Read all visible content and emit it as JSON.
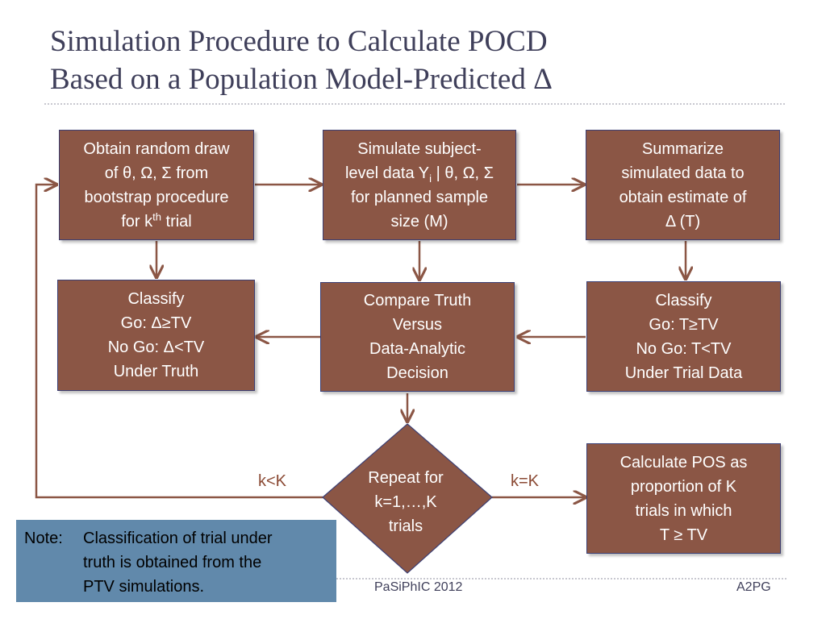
{
  "slide": {
    "title_line1": "Simulation Procedure to Calculate POCD",
    "title_line2": "Based on a Population Model-Predicted Δ"
  },
  "boxes": {
    "obtain": {
      "line1": "Obtain random draw",
      "line2": "of θ, Ω, Σ from",
      "line3": "bootstrap procedure",
      "line4_pre": "for k",
      "line4_sup": "th",
      "line4_post": " trial"
    },
    "simulate": {
      "line1": "Simulate subject-",
      "line2_pre": "level data Y",
      "line2_sub": "i",
      "line2_post": " | θ, Ω, Σ",
      "line3": "for planned sample",
      "line4": "size (M)"
    },
    "summarize": {
      "line1": "Summarize",
      "line2": "simulated data to",
      "line3": "obtain estimate of",
      "line4": "Δ (T)"
    },
    "classify_truth": {
      "line1": "Classify",
      "line2": "Go: Δ≥TV",
      "line3": "No Go: Δ<TV",
      "line4": "Under Truth"
    },
    "compare": {
      "line1": "Compare Truth",
      "line2": "Versus",
      "line3": "Data-Analytic",
      "line4": "Decision"
    },
    "classify_data": {
      "line1": "Classify",
      "line2": "Go: T≥TV",
      "line3": "No Go: T<TV",
      "line4": "Under Trial Data"
    },
    "calculate": {
      "line1": "Calculate POS as",
      "line2": "proportion of K",
      "line3": "trials in which",
      "line4": "T ≥ TV"
    }
  },
  "diamond": {
    "line1": "Repeat for",
    "line2": "k=1,…,K",
    "line3": "trials"
  },
  "edges": {
    "left_label": "k<K",
    "right_label": "k=K"
  },
  "note": {
    "label": "Note:",
    "line1": "Classification of trial under",
    "line2": "truth is obtained from the",
    "line3": "PTV simulations."
  },
  "footer": {
    "center": "PaSiPhIC 2012",
    "right": "A2PG"
  },
  "colors": {
    "box_fill": "#8b5645",
    "box_border": "#3c3f73",
    "connector": "#8b5645",
    "note_fill": "#6189ab",
    "title_text": "#3f3f5a"
  }
}
